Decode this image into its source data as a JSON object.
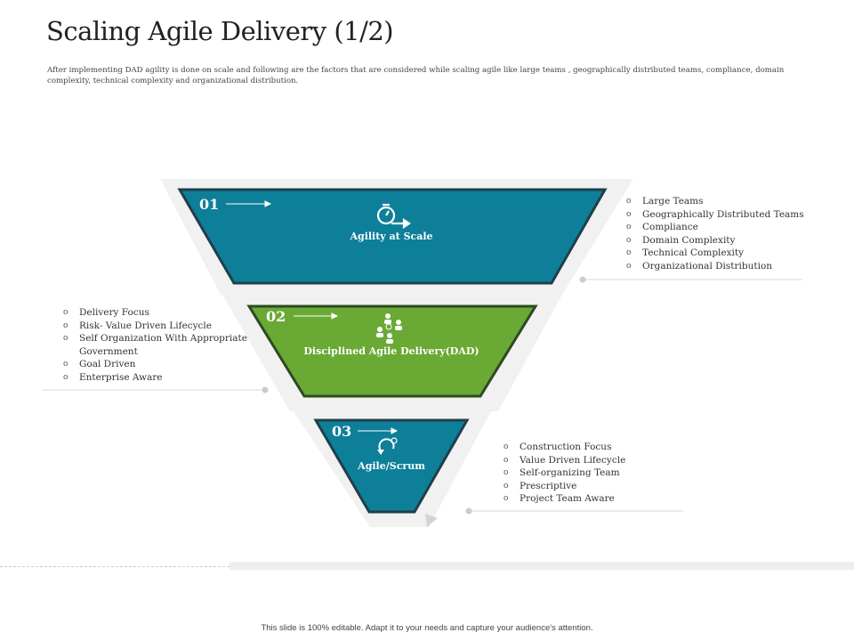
{
  "header": {
    "title": "Scaling Agile Delivery (1/2)",
    "subtitle": "After implementing DAD agility is done on scale and following are the factors that are considered while scaling agile like large teams , geographically distributed teams, compliance, domain complexity, technical complexity and organizational distribution."
  },
  "colors": {
    "teal": "#0e7f99",
    "green": "#6aa934",
    "outline": "#1f3f4a"
  },
  "stages": [
    {
      "number": "01",
      "label": "Agility at Scale",
      "icon": "stopwatch-arrow-icon",
      "bullets": [
        "Large Teams",
        "Geographically Distributed Teams",
        "Compliance",
        "Domain Complexity",
        "Technical Complexity",
        "Organizational Distribution"
      ]
    },
    {
      "number": "02",
      "label": "Disciplined Agile Delivery(DAD)",
      "icon": "team-network-icon",
      "bullets": [
        "Delivery Focus",
        "Risk-  Value Driven Lifecycle",
        "Self Organization With Appropriate Government",
        "Goal Driven",
        "Enterprise Aware"
      ]
    },
    {
      "number": "03",
      "label": "Agile/Scrum",
      "icon": "cycle-icon",
      "bullets": [
        "Construction Focus",
        "Value Driven Lifecycle",
        "Self-organizing Team",
        "Prescriptive",
        "Project Team Aware"
      ]
    }
  ],
  "footer": {
    "text": "This slide is 100% editable.  Adapt it to your needs and capture your audience's attention."
  }
}
